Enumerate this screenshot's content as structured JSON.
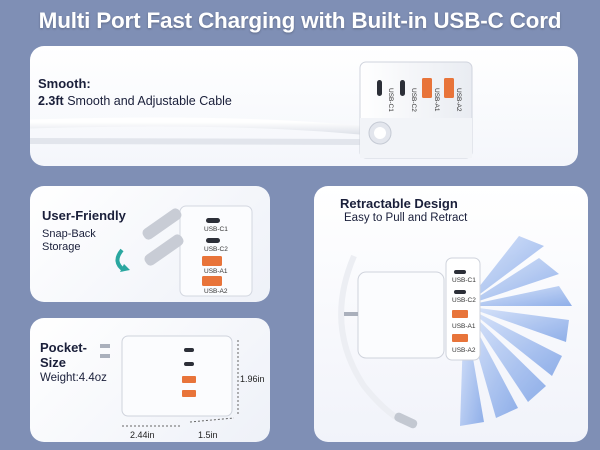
{
  "headline": "Multi Port Fast Charging with Built-in USB-C Cord",
  "smooth": {
    "title": "Smooth:",
    "length": "2.3ft",
    "desc": "Smooth and Adjustable Cable",
    "ports": [
      "USB-C1",
      "USB-C2",
      "USB-A1",
      "USB-A2"
    ]
  },
  "user_friendly": {
    "title": "User-Friendly",
    "desc_line1": "Snap-Back",
    "desc_line2": "Storage",
    "ports": [
      "USB-C1",
      "USB-C2",
      "USB-A1",
      "USB-A2"
    ]
  },
  "pocket": {
    "title_line1": "Pocket-",
    "title_line2": "Size",
    "weight": "Weight:4.4oz",
    "dims": {
      "height": "1.96in",
      "width": "2.44in",
      "depth": "1.5in"
    }
  },
  "retractable": {
    "title": "Retractable Design",
    "desc": "Easy to Pull and Retract",
    "ports": [
      "USB-C1",
      "USB-C2",
      "USB-A1",
      "USB-A2"
    ]
  },
  "colors": {
    "background": "#7f8fb5",
    "card": "#ffffff",
    "accent_usb_a": "#e8743a",
    "arrow_teal": "#2aa7a0",
    "text": "#1a1f3a"
  }
}
